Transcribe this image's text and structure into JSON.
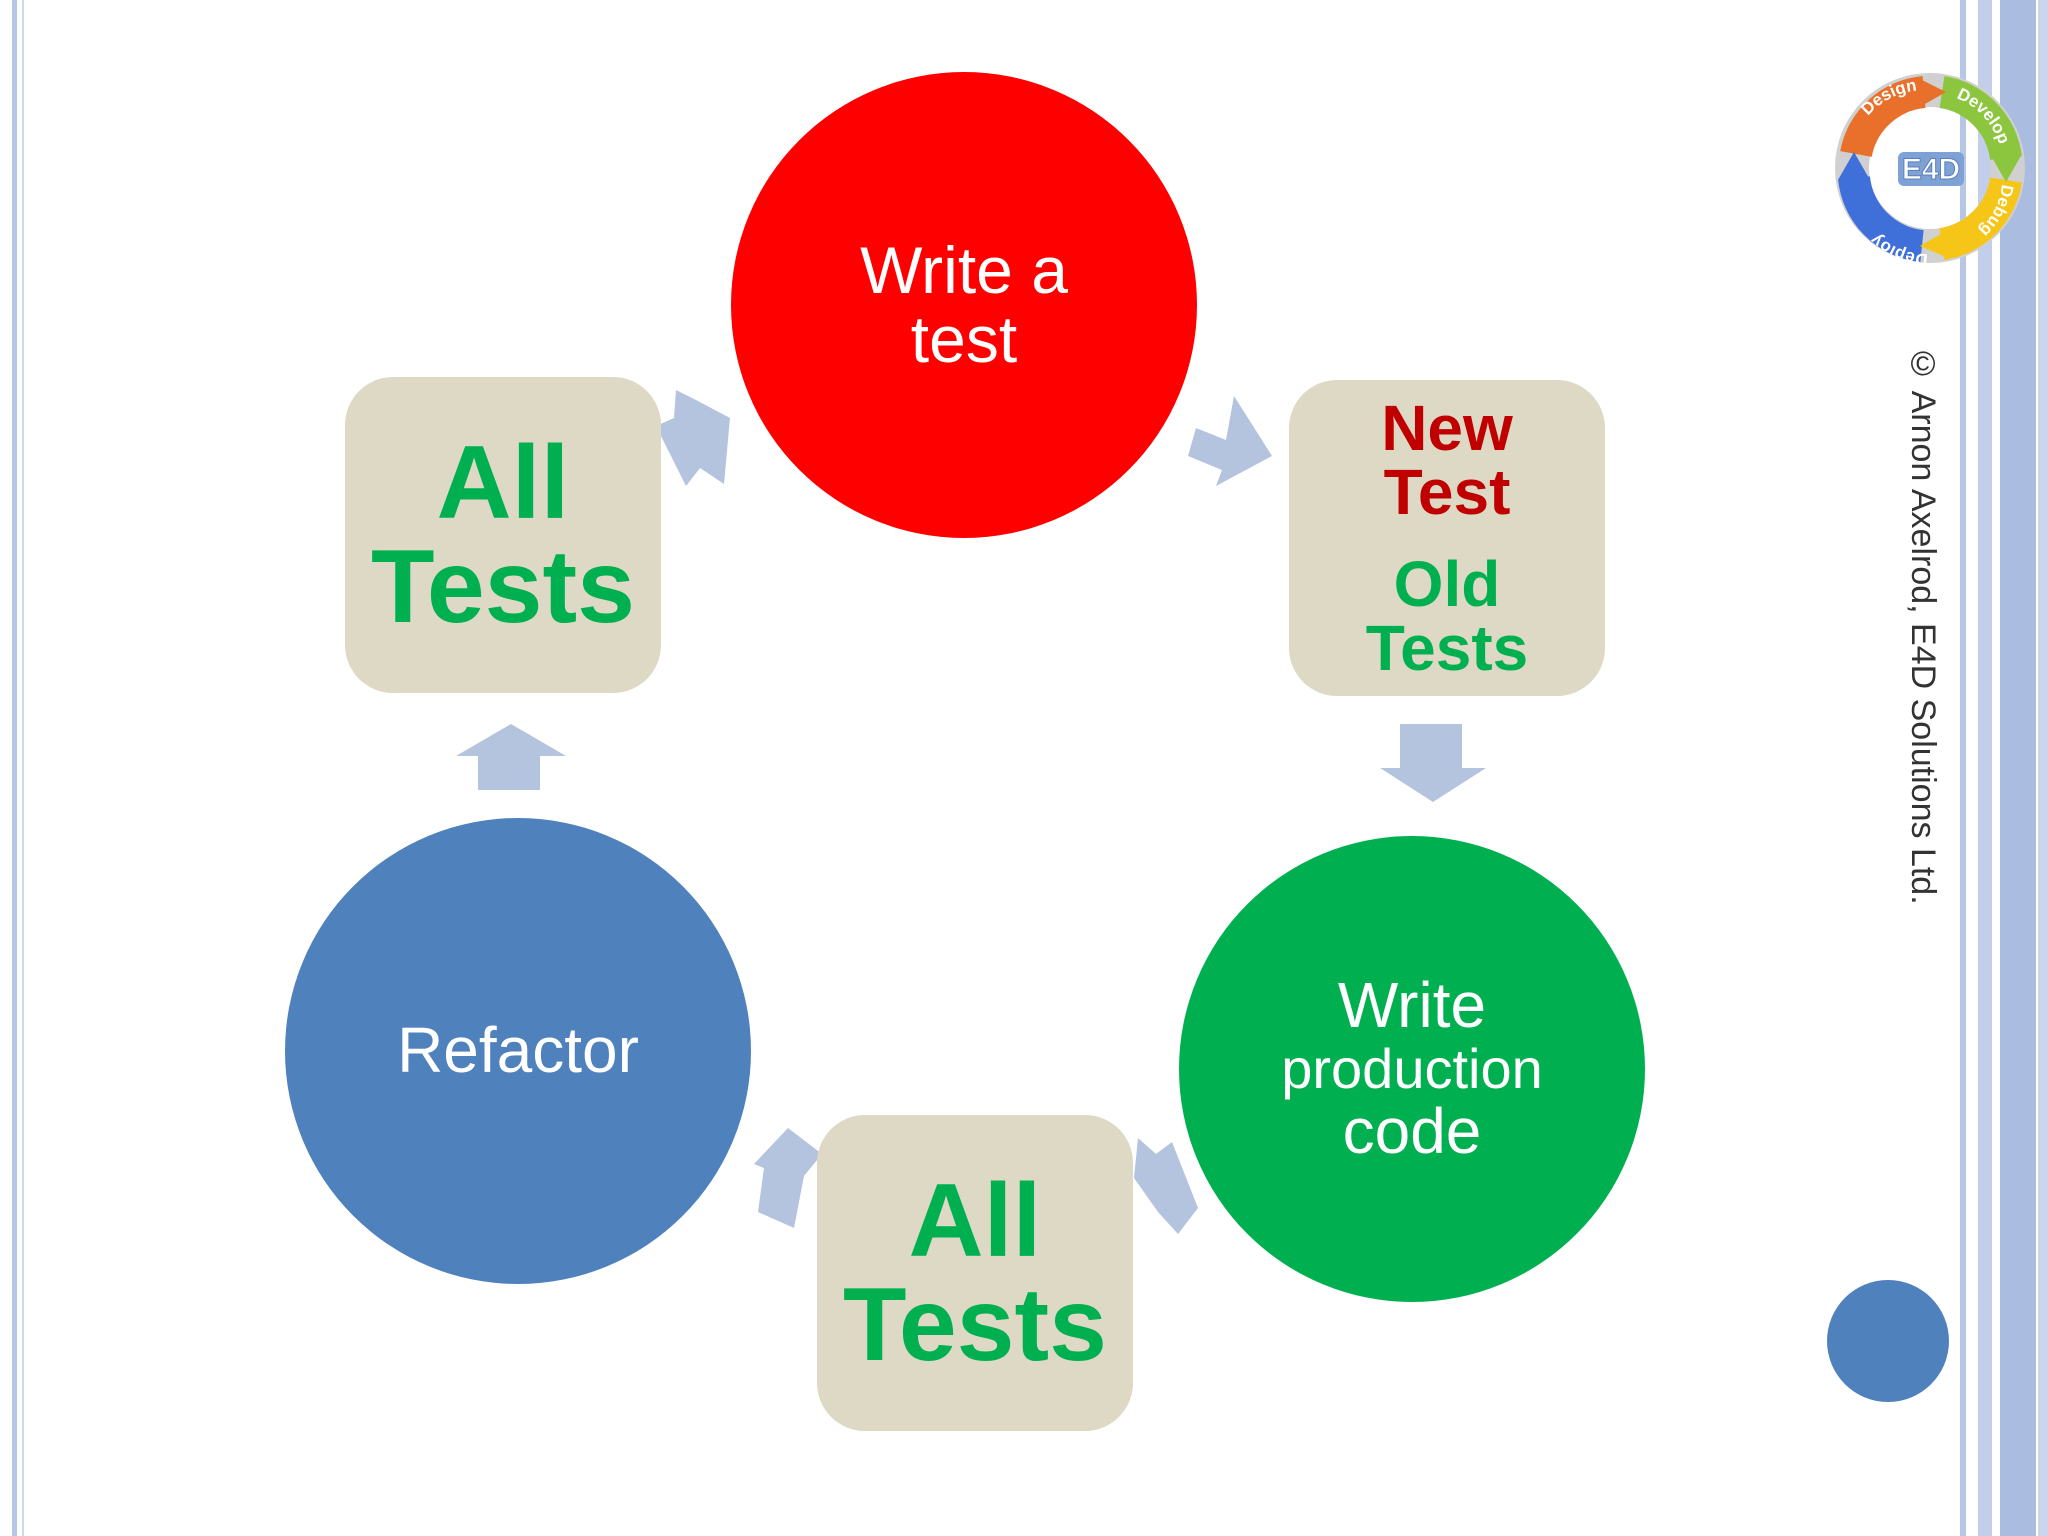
{
  "colors": {
    "red_node": "#ff0000",
    "green_node": "#00b050",
    "blue_node": "#4f81bd",
    "box": "#ddd9c4",
    "pass_text": "#00b050",
    "fail_text": "#c00000",
    "arrow": "#b4c3de",
    "stripe": "#b7c6e4"
  },
  "nodes": {
    "write_test": {
      "line1": "Write a",
      "line2": "test"
    },
    "new_old_tests": {
      "new_line1": "New",
      "new_line2": "Test",
      "old_line1": "Old",
      "old_line2": "Tests"
    },
    "write_code": {
      "line1": "Write",
      "line2": "production",
      "line3": "code"
    },
    "all_tests_bottom": {
      "line1": "All",
      "line2": "Tests"
    },
    "refactor": {
      "label": "Refactor"
    },
    "all_tests_left": {
      "line1": "All",
      "line2": "Tests"
    }
  },
  "copyright": "© Arnon Axelrod, E4D Solutions Ltd.",
  "logo": {
    "center": "E4D",
    "segments": [
      "Design",
      "Develop",
      "Debug",
      "Deploy"
    ],
    "icon": "e4d-cycle-logo-icon"
  }
}
